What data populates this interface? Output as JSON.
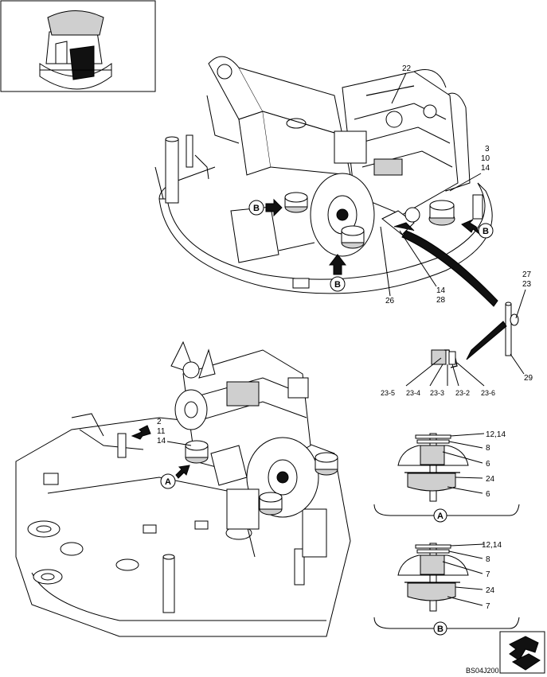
{
  "diagram": {
    "drawing_code": "BS04J200",
    "labels": {
      "l22": "22",
      "l3": "3",
      "l10": "10",
      "l14a": "14",
      "l14b": "14",
      "l28": "28",
      "l26": "26",
      "l27": "27",
      "l23": "23",
      "l29": "29",
      "l23_5": "23-5",
      "l23_4": "23-4",
      "l23_3": "23-3",
      "l23_2": "23-2",
      "l23_6": "23-6",
      "l2": "2",
      "l11": "11",
      "l14c": "14",
      "detA_1214": "12,14",
      "detA_8": "8",
      "detA_6a": "6",
      "detA_24": "24",
      "detA_6b": "6",
      "detB_1214": "12,14",
      "detB_8": "8",
      "detB_7a": "7",
      "detB_24": "24",
      "detB_7b": "7"
    },
    "callouts": {
      "B1": "B",
      "B2": "B",
      "B3": "B",
      "A1": "A",
      "detailA": "A",
      "detailB": "B"
    }
  }
}
